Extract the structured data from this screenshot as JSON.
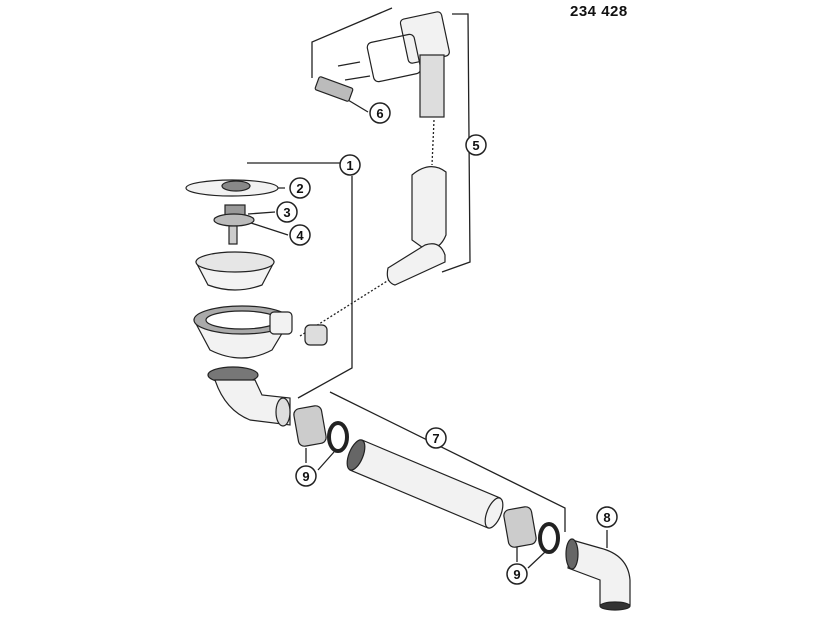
{
  "article_number": "234 428",
  "callouts": [
    "1",
    "2",
    "3",
    "4",
    "5",
    "6",
    "7",
    "8",
    "9",
    "9"
  ],
  "colors": {
    "line": "#222222",
    "part_fill": "#f2f2f2",
    "part_shade": "#9a9a9a",
    "dark": "#333333"
  }
}
